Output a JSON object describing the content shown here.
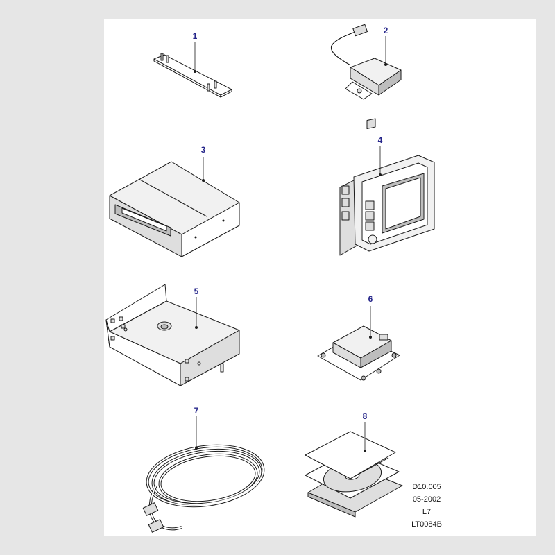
{
  "diagram": {
    "parts": [
      {
        "label": "1",
        "icon": "mounting-plate-icon"
      },
      {
        "label": "2",
        "icon": "gps-antenna-icon"
      },
      {
        "label": "3",
        "icon": "navigation-computer-icon"
      },
      {
        "label": "4",
        "icon": "display-unit-icon"
      },
      {
        "label": "5",
        "icon": "mounting-bracket-icon"
      },
      {
        "label": "6",
        "icon": "control-module-icon"
      },
      {
        "label": "7",
        "icon": "wiring-harness-icon"
      },
      {
        "label": "8",
        "icon": "map-disc-icon"
      }
    ],
    "reference": {
      "code": "D10.005",
      "date": "05-2002",
      "model": "L7",
      "illustration": "LT0084B"
    }
  }
}
